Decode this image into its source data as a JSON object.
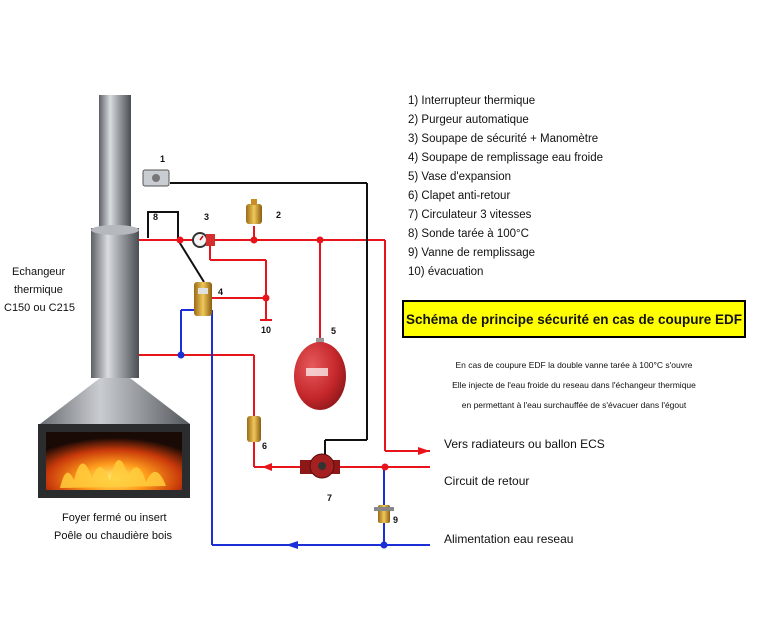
{
  "legend": [
    "1)   Interrupteur thermique",
    "2)   Purgeur automatique",
    "3)   Soupape de sécurité + Manomètre",
    "4)   Soupape de remplissage eau froide",
    "5)   Vase d'expansion",
    "6)   Clapet anti-retour",
    "7)   Circulateur 3 vitesses",
    "8)   Sonde tarée à 100°C",
    "9)   Vanne de remplissage",
    "10) évacuation"
  ],
  "exchanger_label": [
    "Echangeur",
    "thermique",
    "C150 ou C215"
  ],
  "box_title": "Schéma de principe sécurité en cas de coupure EDF",
  "notes": [
    "En cas de coupure EDF la double vanne tarée à 100°C s'ouvre",
    "Elle injecte de l'eau froide du reseau dans l'échangeur thermique",
    "en permettant à l'eau surchauffée de s'évacuer dans l'égout"
  ],
  "outlets": {
    "radiators": "Vers radiateurs ou ballon ECS",
    "return": "Circuit de retour",
    "supply": "Alimentation eau reseau"
  },
  "foyer_label": [
    "Foyer fermé ou insert",
    "Poêle ou chaudière bois"
  ],
  "component_numbers": [
    "1",
    "2",
    "3",
    "4",
    "5",
    "6",
    "7",
    "8",
    "9",
    "10"
  ],
  "colors": {
    "hot_pipe": "#e8141c",
    "cold_pipe": "#1b2fd6",
    "signal_wire": "#111111",
    "box_yellow": "#ffff00",
    "vessel_red": "#c4262a"
  }
}
